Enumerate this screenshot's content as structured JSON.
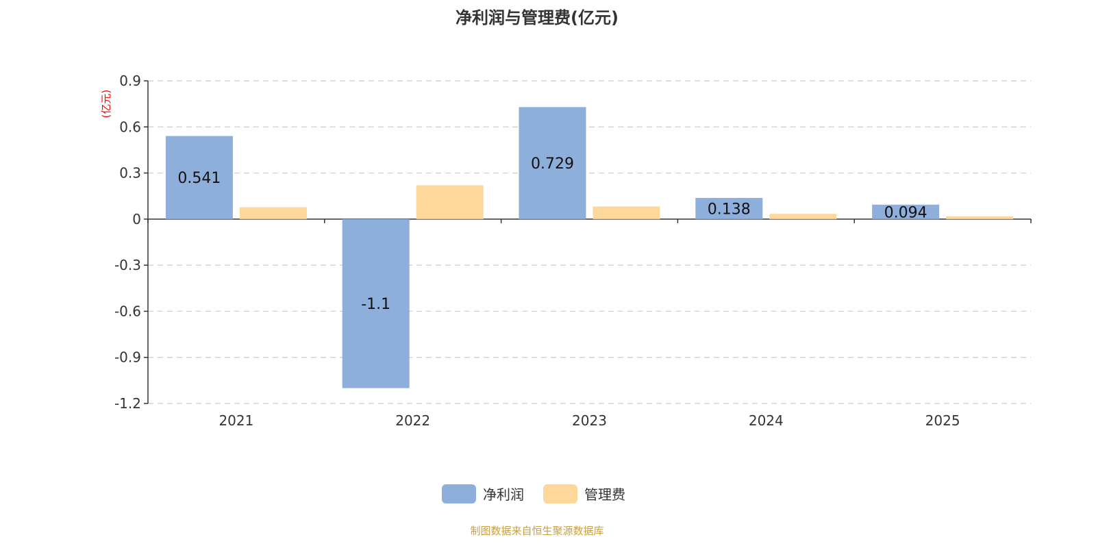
{
  "chart_data": {
    "type": "bar",
    "title": "净利润与管理费(亿元)",
    "ylabel": "(亿元)",
    "xlabel": "",
    "categories": [
      "2021",
      "2022",
      "2023",
      "2024",
      "2025"
    ],
    "ylim": [
      -1.2,
      0.9
    ],
    "yticks": [
      0.9,
      0.6,
      0.3,
      0,
      -0.3,
      -0.6,
      -0.9,
      -1.2
    ],
    "ytick_labels": [
      "0.9",
      "0.6",
      "0.3",
      "0",
      "-0.3",
      "-0.6",
      "-0.9",
      "-1.2"
    ],
    "grid": true,
    "legend_position": "bottom-center",
    "series": [
      {
        "name": "净利润",
        "color": "#8eaedb",
        "values": [
          0.541,
          -1.1,
          0.729,
          0.138,
          0.094
        ],
        "labels": [
          "0.541",
          "-1.1",
          "0.729",
          "0.138",
          "0.094"
        ]
      },
      {
        "name": "管理费",
        "color": "#fdd89a",
        "values": [
          0.077,
          0.22,
          0.082,
          0.034,
          0.018
        ]
      }
    ]
  },
  "footer": "制图数据来自恒生聚源数据库"
}
